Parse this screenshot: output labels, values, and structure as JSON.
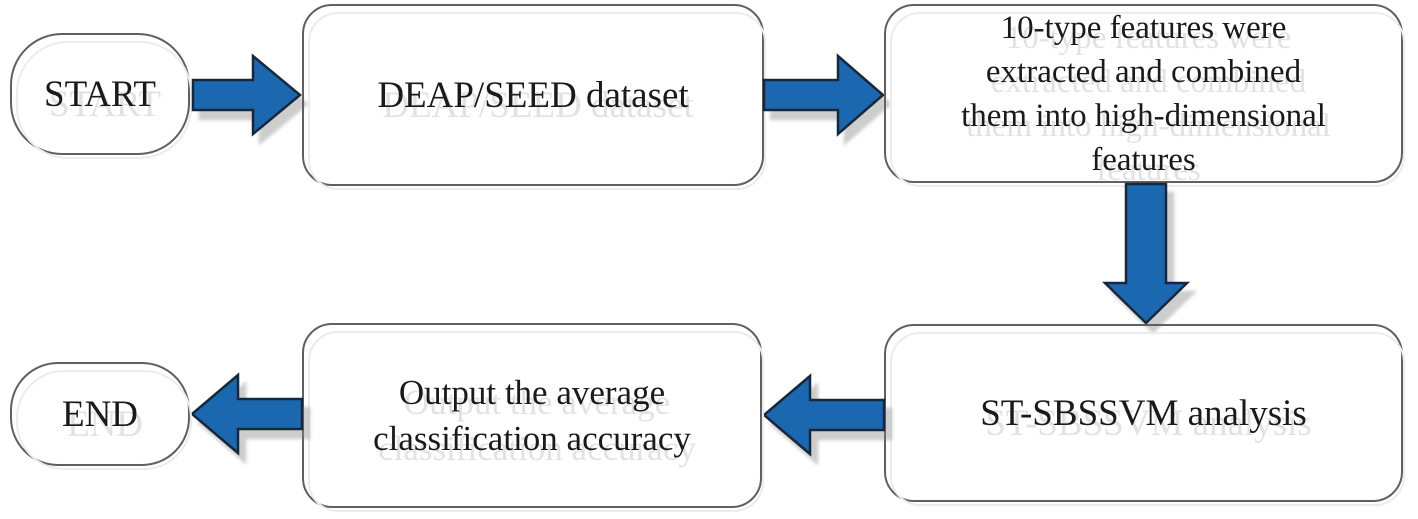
{
  "figure": {
    "type": "flowchart"
  },
  "nodes": {
    "start": {
      "shape": "terminator",
      "label": "START"
    },
    "dataset": {
      "shape": "process",
      "label": "DEAP/SEED dataset"
    },
    "features": {
      "shape": "process",
      "label": "10-type features were extracted and combined them into high-dimensional features",
      "lines": [
        "10-type features were",
        "extracted and combined",
        "them into high-dimensional",
        "features"
      ]
    },
    "analysis": {
      "shape": "process",
      "label": "ST-SBSSVM analysis"
    },
    "output": {
      "shape": "process",
      "label": "Output the average classification accuracy",
      "lines": [
        "Output the average",
        "classification accuracy"
      ]
    },
    "end": {
      "shape": "terminator",
      "label": "END"
    }
  },
  "edges": [
    {
      "from": "start",
      "to": "dataset",
      "direction": "right"
    },
    {
      "from": "dataset",
      "to": "features",
      "direction": "right"
    },
    {
      "from": "features",
      "to": "analysis",
      "direction": "down"
    },
    {
      "from": "analysis",
      "to": "output",
      "direction": "left"
    },
    {
      "from": "output",
      "to": "end",
      "direction": "left"
    }
  ],
  "colors": {
    "background": "#FFFFFF",
    "arrow_fill": "#1C68B0",
    "arrow_stroke": "#17283C",
    "box_border": "#606060",
    "ghost_line": "#ECECEC",
    "text": "#1A1A1A",
    "text_ghost": "#E2E2E2"
  }
}
